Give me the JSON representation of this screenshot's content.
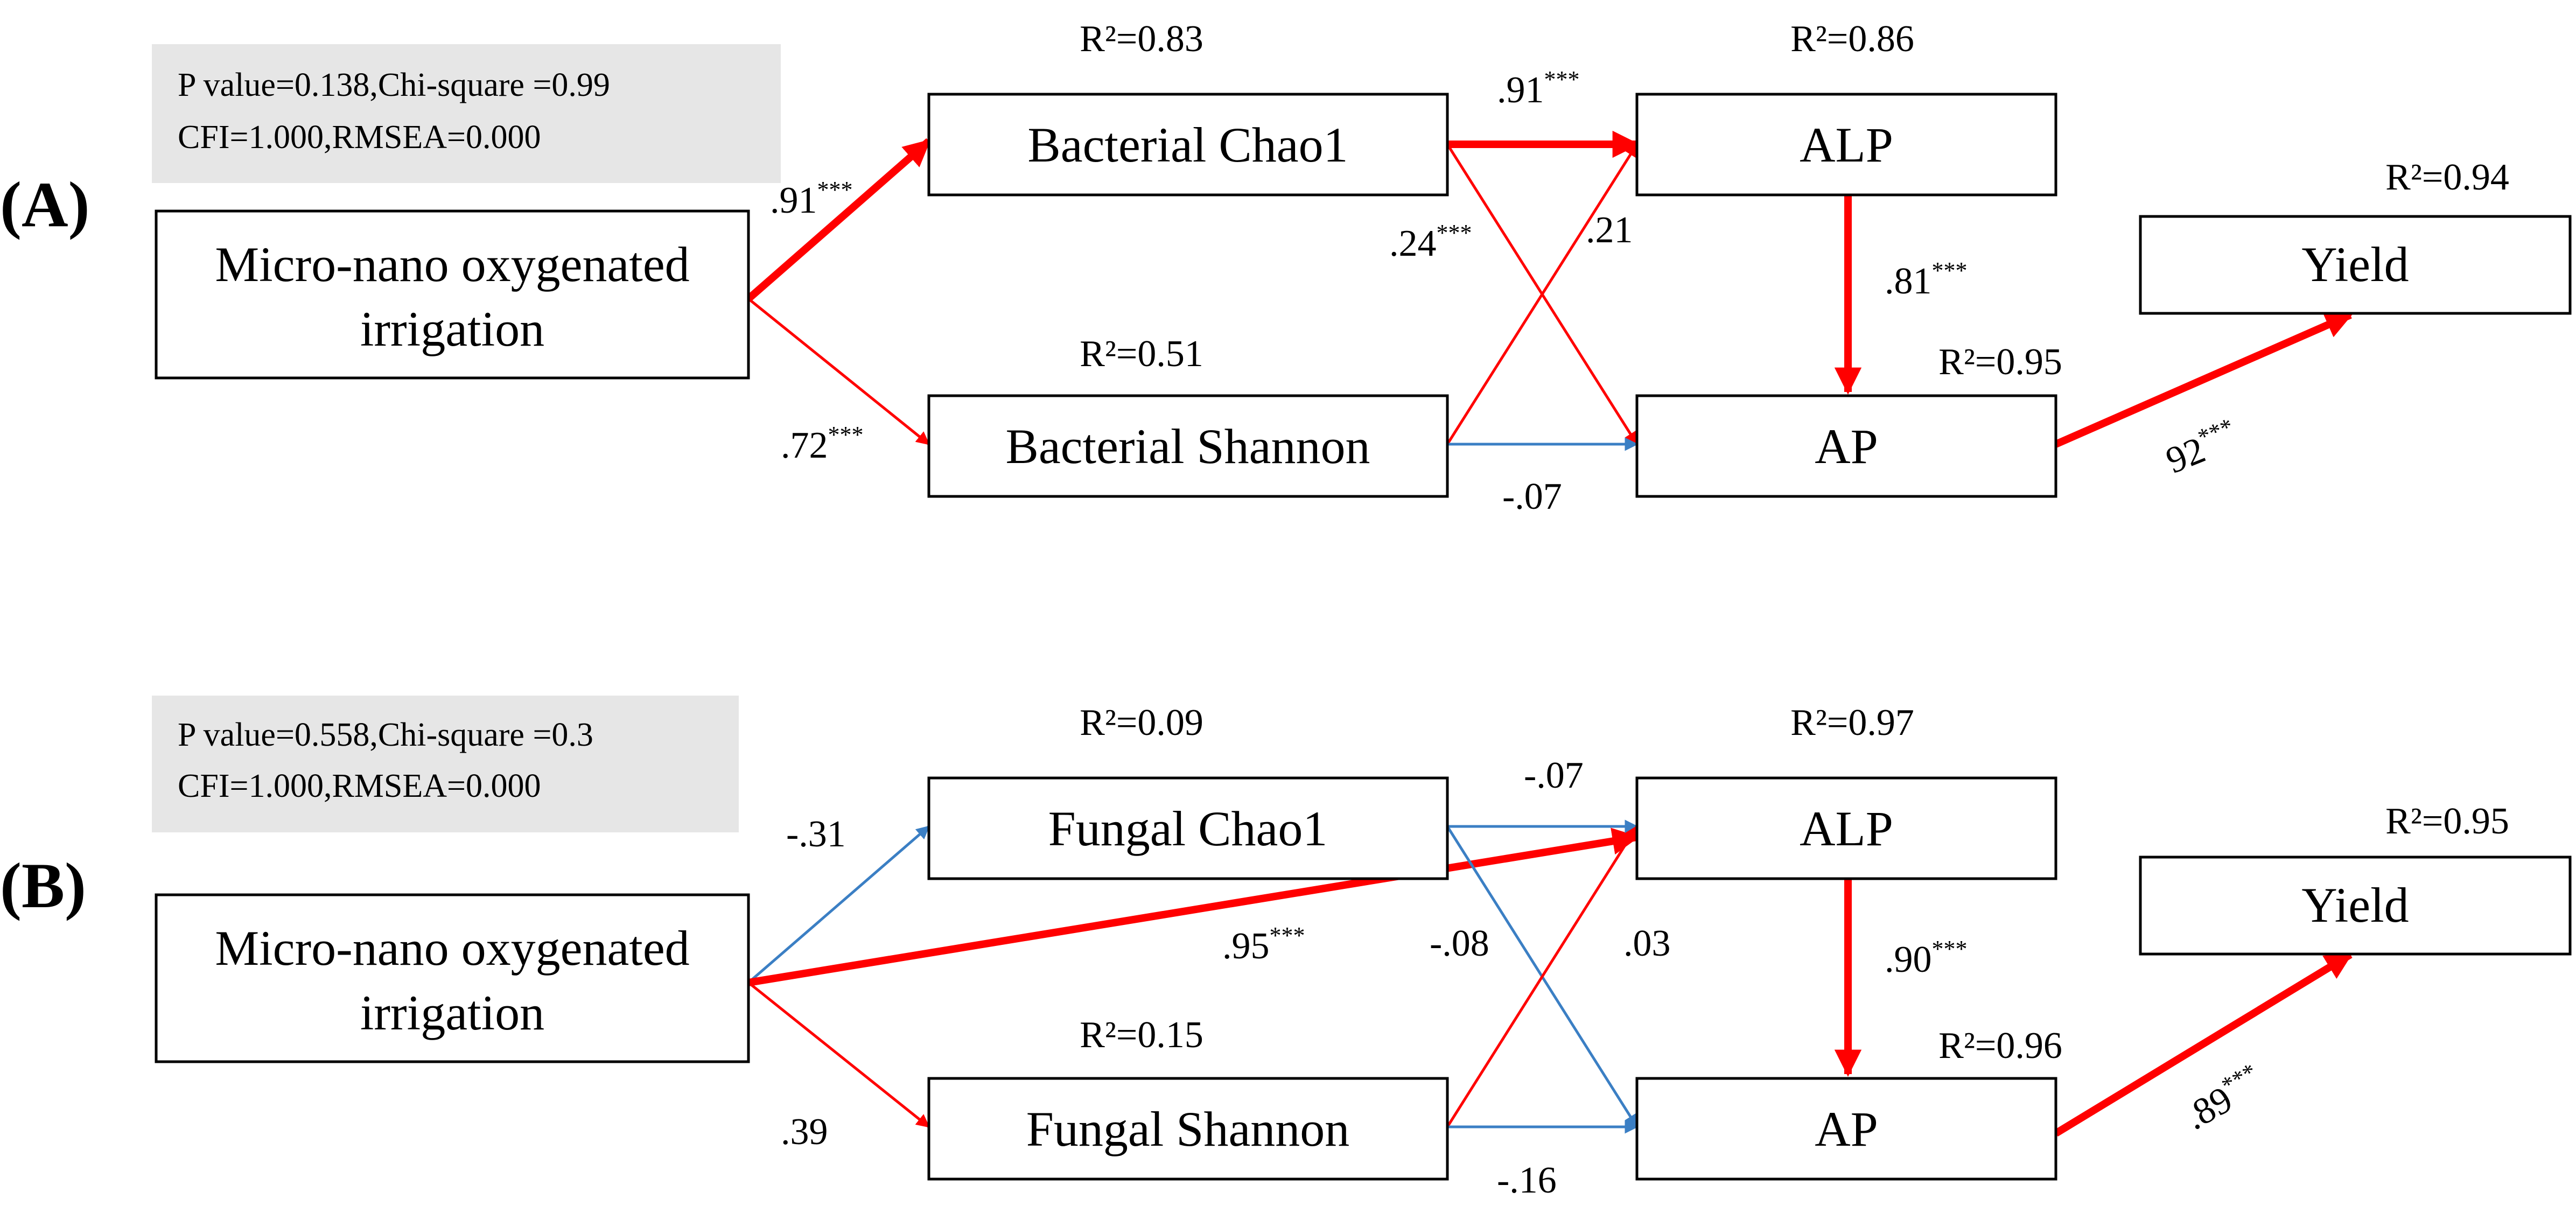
{
  "colors": {
    "positive": "#ff0000",
    "negative": "#3b7fc4",
    "fit_box": "#e6e6e6"
  },
  "panels": [
    {
      "label": "(A)",
      "fit_line1": "P value=0.138,Chi-square =0.99",
      "fit_line2": "CFI=1.000,RMSEA=0.000",
      "nodes": {
        "mnoi": {
          "line1": "Micro-nano oxygenated",
          "line2": "irrigation"
        },
        "chao": {
          "label": "Bacterial  Chao1",
          "r2": "R²=0.83"
        },
        "shan": {
          "label": "Bacterial  Shannon",
          "r2": "R²=0.51"
        },
        "alp": {
          "label": "ALP",
          "r2": "R²=0.86"
        },
        "ap": {
          "label": "AP",
          "r2": "R²=0.95"
        },
        "yield": {
          "label": "Yield",
          "r2": "R²=0.94"
        }
      },
      "paths": [
        {
          "id": "mnoi-chao",
          "coef": ".91",
          "sig": "***",
          "sign": "positive",
          "weight": "thick"
        },
        {
          "id": "mnoi-shan",
          "coef": ".72",
          "sig": "***",
          "sign": "positive",
          "weight": "thin"
        },
        {
          "id": "chao-alp",
          "coef": ".91",
          "sig": "***",
          "sign": "positive",
          "weight": "thick"
        },
        {
          "id": "chao-ap",
          "coef": ".24",
          "sig": "***",
          "sign": "positive",
          "weight": "thin"
        },
        {
          "id": "shan-alp",
          "coef": ".21",
          "sig": "",
          "sign": "positive",
          "weight": "thin"
        },
        {
          "id": "shan-ap",
          "coef": "-.07",
          "sig": "",
          "sign": "negative",
          "weight": "thin"
        },
        {
          "id": "alp-ap",
          "coef": ".81",
          "sig": "***",
          "sign": "positive",
          "weight": "thick"
        },
        {
          "id": "ap-yield",
          "coef": "92",
          "sig": "***",
          "sign": "positive",
          "weight": "thick"
        }
      ]
    },
    {
      "label": "(B)",
      "fit_line1": "P value=0.558,Chi-square =0.3",
      "fit_line2": "CFI=1.000,RMSEA=0.000",
      "nodes": {
        "mnoi": {
          "line1": "Micro-nano oxygenated",
          "line2": "irrigation"
        },
        "chao": {
          "label": "Fungal  Chao1",
          "r2": "R²=0.09"
        },
        "shan": {
          "label": "Fungal  Shannon",
          "r2": "R²=0.15"
        },
        "alp": {
          "label": "ALP",
          "r2": "R²=0.97"
        },
        "ap": {
          "label": "AP",
          "r2": "R²=0.96"
        },
        "yield": {
          "label": "Yield",
          "r2": "R²=0.95"
        }
      },
      "paths": [
        {
          "id": "mnoi-chao",
          "coef": "-.31",
          "sig": "",
          "sign": "negative",
          "weight": "thin"
        },
        {
          "id": "mnoi-shan",
          "coef": ".39",
          "sig": "",
          "sign": "positive",
          "weight": "thin"
        },
        {
          "id": "mnoi-alp",
          "coef": ".95",
          "sig": "***",
          "sign": "positive",
          "weight": "thick"
        },
        {
          "id": "chao-alp",
          "coef": "-.07",
          "sig": "",
          "sign": "negative",
          "weight": "thin"
        },
        {
          "id": "chao-ap",
          "coef": "-.08",
          "sig": "",
          "sign": "negative",
          "weight": "thin"
        },
        {
          "id": "shan-alp",
          "coef": ".03",
          "sig": "",
          "sign": "positive",
          "weight": "thin"
        },
        {
          "id": "shan-ap",
          "coef": "-.16",
          "sig": "",
          "sign": "negative",
          "weight": "thin"
        },
        {
          "id": "alp-ap",
          "coef": ".90",
          "sig": "***",
          "sign": "positive",
          "weight": "thick"
        },
        {
          "id": "ap-yield",
          "coef": ".89",
          "sig": "***",
          "sign": "positive",
          "weight": "thick"
        }
      ]
    }
  ]
}
